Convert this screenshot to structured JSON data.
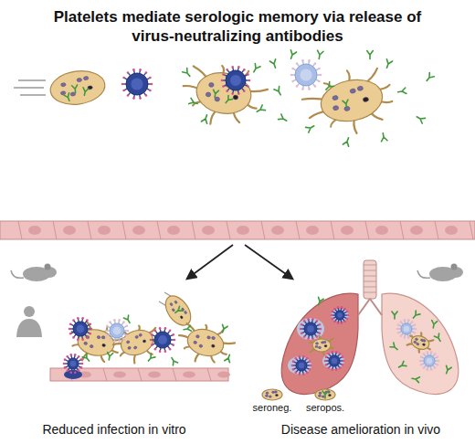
{
  "diagram": {
    "title": "Platelets mediate serologic memory via release of virus-neutralizing antibodies",
    "labels": [
      "seroneg.",
      "seropos.",
      "Reduced infection in vitro",
      "Disease amelioration in vivo"
    ]
  }
}
